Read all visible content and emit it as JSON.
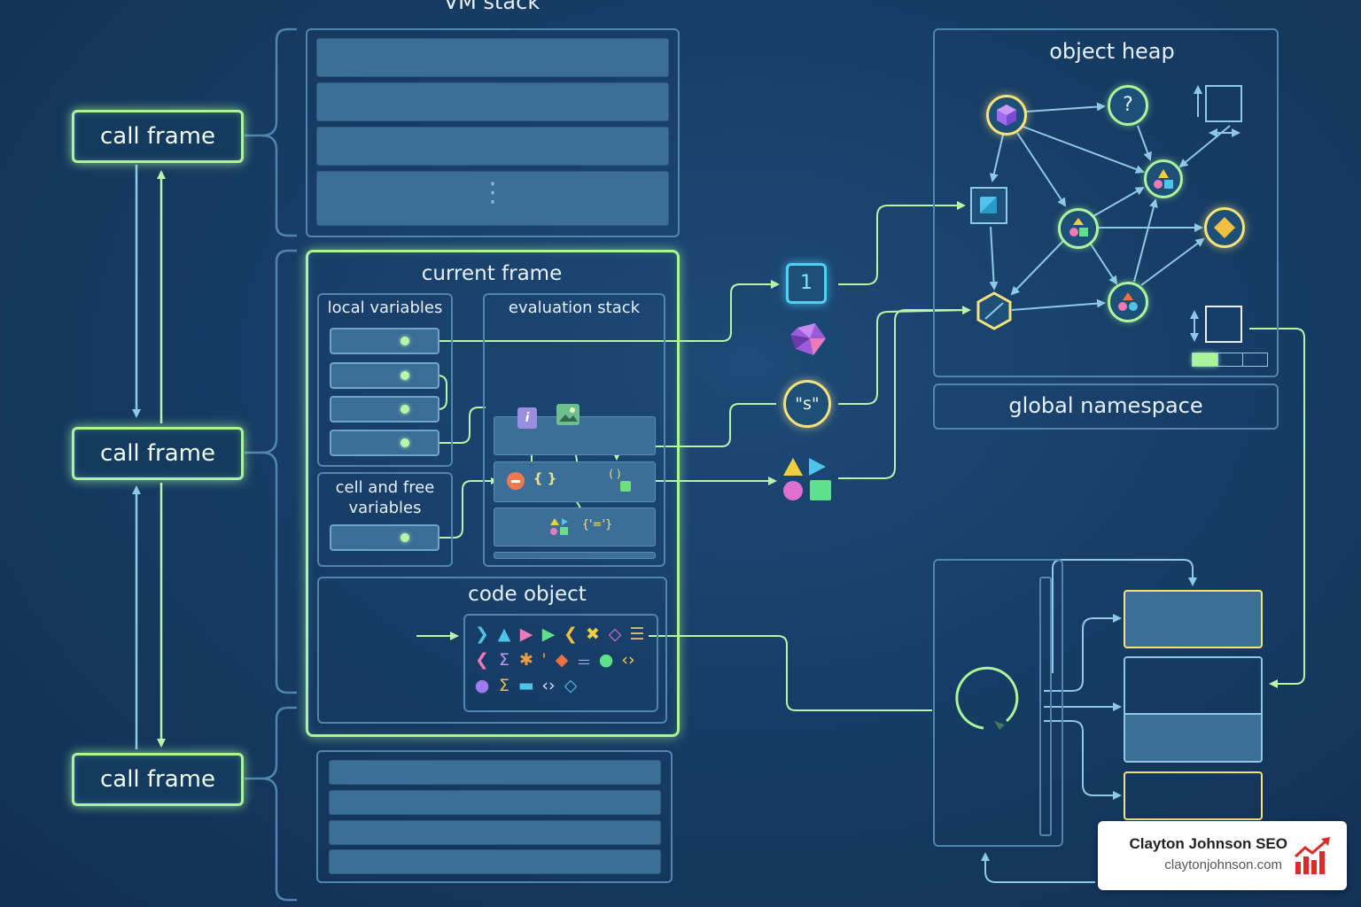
{
  "titles": {
    "vm_stack": "VM stack",
    "object_heap": "object heap",
    "global_namespace": "global namespace",
    "current_frame": "current frame",
    "local_variables": "local variables",
    "evaluation_stack": "evaluation stack",
    "cell_free_line1": "cell and free",
    "cell_free_line2": "variables",
    "code_object": "code object"
  },
  "call_frames": [
    "call frame",
    "call frame",
    "call frame"
  ],
  "values": {
    "int_literal": "1",
    "string_literal": "\"s\"",
    "heap_question": "?",
    "vm_stack_ellipsis": "⋮"
  },
  "eval_glyphs": {
    "info": "i",
    "braces": "{ }",
    "tuple": "( )",
    "dict": "{'='}"
  },
  "code_glyphs": {
    "row1": [
      {
        "g": "❯",
        "c": "#4fc3e8"
      },
      {
        "g": "▲",
        "c": "#4fc3e8"
      },
      {
        "g": "▶",
        "c": "#f07ab8"
      },
      {
        "g": "▶",
        "c": "#5fe08a"
      },
      {
        "g": "❮",
        "c": "#f0c040"
      },
      {
        "g": "✖",
        "c": "#f0d040"
      },
      {
        "g": "◇",
        "c": "#e070d0"
      },
      {
        "g": "☰",
        "c": "#d0c070"
      }
    ],
    "row2": [
      {
        "g": "❮",
        "c": "#f07ab8"
      },
      {
        "g": "Σ",
        "c": "#c09af0"
      },
      {
        "g": "✱",
        "c": "#f0a040"
      },
      {
        "g": "'",
        "c": "#f0a040"
      },
      {
        "g": "◆",
        "c": "#f07040"
      },
      {
        "g": "＝",
        "c": "#c09af0"
      },
      {
        "g": "●",
        "c": "#5fe08a"
      },
      {
        "g": "‹›",
        "c": "#f0d040"
      }
    ],
    "row3": [
      {
        "g": "●",
        "c": "#a07af0"
      },
      {
        "g": "Σ",
        "c": "#f0c040"
      },
      {
        "g": "▬",
        "c": "#4fc3e8"
      },
      {
        "g": "‹›",
        "c": "#e0e0ff"
      },
      {
        "g": "◇",
        "c": "#4fc3e8"
      }
    ]
  },
  "colors": {
    "glow_green": "#aaf59a",
    "panel_blue": "#4f86ad",
    "slot_blue": "#3b6f97",
    "yellow": "#f5e27a",
    "background": "#173d66"
  },
  "icons": {
    "heap_nodes": [
      "cube-node-icon",
      "question-node-icon",
      "square-node-icon",
      "shapes-node-icon",
      "blue-square-node-icon",
      "mixed-shapes-node-icon",
      "diamond-node-icon",
      "hexagon-node-icon",
      "circles-node-icon"
    ],
    "chart_logo": "bar-chart-up-icon"
  },
  "watermark": {
    "name": "Clayton Johnson SEO",
    "url": "claytonjohnson.com"
  }
}
